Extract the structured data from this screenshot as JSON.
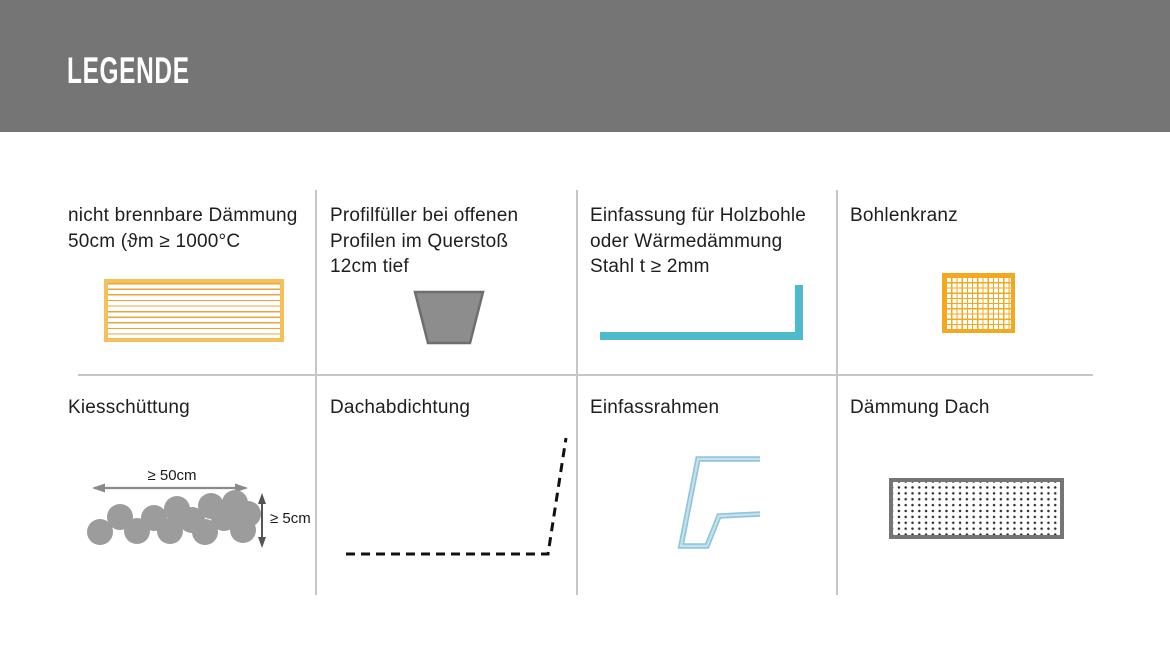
{
  "header": {
    "title": "LEGENDE"
  },
  "legend": {
    "items": [
      {
        "id": "nicht-brennbare-daemmung",
        "label": "nicht brennbare Dämmung\n50cm (ϑm ≥ 1000°C",
        "symbol": "yellow-hatched-rectangle"
      },
      {
        "id": "profilfueller",
        "label": "Profilfüller bei offenen\nProfilen im Querstoß\n12cm tief",
        "symbol": "gray-trapezoid"
      },
      {
        "id": "einfassung-holzbohle",
        "label": "Einfassung für Holzbohle\noder Wärmedämmung\nStahl t ≥ 2mm",
        "symbol": "teal-angle-profile"
      },
      {
        "id": "bohlenkranz",
        "label": "Bohlenkranz",
        "symbol": "orange-grid-rectangle"
      },
      {
        "id": "kiesschuettung",
        "label": "Kiesschüttung",
        "symbol": "gravel-circles",
        "annotations": {
          "width": "≥ 50cm",
          "height": "≥ 5cm"
        }
      },
      {
        "id": "dachabdichtung",
        "label": "Dachabdichtung",
        "symbol": "black-dashed-line"
      },
      {
        "id": "einfassrahmen",
        "label": "Einfassrahmen",
        "symbol": "light-blue-f-profile"
      },
      {
        "id": "daemmung-dach",
        "label": "Dämmung Dach",
        "symbol": "gray-dotted-rectangle"
      }
    ]
  },
  "colors": {
    "header_bg": "#757575",
    "header_fg": "#ffffff",
    "divider": "#c6c6c6",
    "text": "#1e1e1e",
    "yellow_border": "#f5c05a",
    "hatch_line": "#eda33c",
    "orange_grid": "#f5a71e",
    "teal": "#4dbacd",
    "light_blue": "#8fc4da",
    "trapezoid_fill": "#8d8d8d",
    "trapezoid_stroke": "#6e6e6e",
    "gravel_gray": "#9c9c9c",
    "dashed_black": "#111111",
    "dot_rect_border": "#757575"
  }
}
